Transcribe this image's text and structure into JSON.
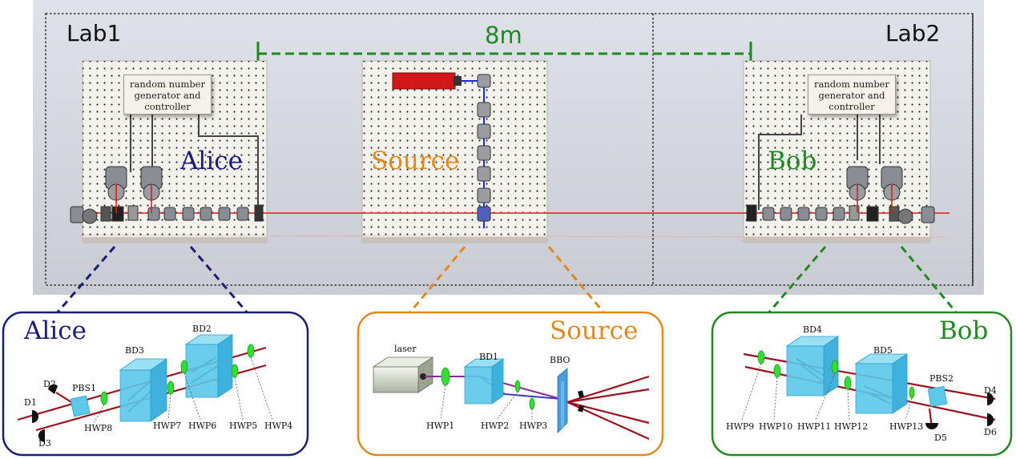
{
  "labs": {
    "lab1": "Lab1",
    "lab2": "Lab2",
    "distance": "8m"
  },
  "tables": {
    "alice": {
      "name": "Alice",
      "rng": "random number generator and controller"
    },
    "source": {
      "name": "Source"
    },
    "bob": {
      "name": "Bob",
      "rng": "random number generator and controller"
    }
  },
  "rng_lines": [
    "random number",
    "generator and",
    "controller"
  ],
  "insets": {
    "alice": {
      "title": "Alice",
      "labels": {
        "bd2": "BD2",
        "bd3": "BD3",
        "pbs1": "PBS1",
        "d1": "D1",
        "d2": "D2",
        "d3": "D3",
        "hwp8": "HWP8",
        "hwp7": "HWP7",
        "hwp6": "HWP6",
        "hwp5": "HWP5",
        "hwp4": "HWP4"
      }
    },
    "source": {
      "title": "Source",
      "labels": {
        "laser": "laser",
        "bd1": "BD1",
        "bbo": "BBO",
        "hwp1": "HWP1",
        "hwp2": "HWP2",
        "hwp3": "HWP3"
      }
    },
    "bob": {
      "title": "Bob",
      "labels": {
        "bd4": "BD4",
        "bd5": "BD5",
        "pbs2": "PBS2",
        "d4": "D4",
        "d5": "D5",
        "d6": "D6",
        "hwp9": "HWP9",
        "hwp10": "HWP10",
        "hwp11": "HWP11",
        "hwp12": "HWP12",
        "hwp13": "HWP13"
      }
    }
  },
  "colors": {
    "alice": "#1c1c7a",
    "source": "#e08a1e",
    "bob": "#1f8a1f",
    "beam_red": "#9b1020",
    "beam_purple": "#8a2a9a",
    "crystal": "#5cc8ea",
    "waveplate": "#33dd33"
  }
}
